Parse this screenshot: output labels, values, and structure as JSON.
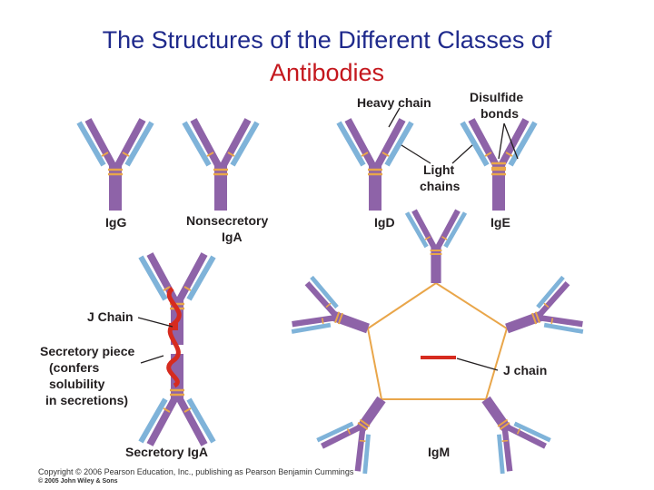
{
  "title": {
    "line1": "The Structures of the Different Classes of",
    "line2": "Antibodies"
  },
  "labels": {
    "heavy_chain": "Heavy chain",
    "disulfide_bonds": [
      "Disulfide",
      "bonds"
    ],
    "light_chains": [
      "Light",
      "chains"
    ],
    "igg": "IgG",
    "nonsecretory_iga": [
      "Nonsecretory",
      "IgA"
    ],
    "igd": "IgD",
    "ige": "IgE",
    "j_chain_left": "J Chain",
    "secretory_piece": [
      "Secretory piece",
      "(confers",
      "solubility",
      "in secretions)"
    ],
    "j_chain_right": "J chain",
    "secretory_iga": "Secretory IgA",
    "igm": "IgM"
  },
  "copyright": {
    "line1": "Copyright © 2006 Pearson Education, Inc., publishing as Pearson Benjamin Cummings",
    "line2": "© 2005 John Wiley & Sons"
  },
  "colors": {
    "heavy": "#8e63a8",
    "light": "#7fb3d9",
    "disulfide": "#e9a64a",
    "j_chain": "#d62b1f",
    "title": "#1f2a8c",
    "title_accent": "#c4171d"
  }
}
